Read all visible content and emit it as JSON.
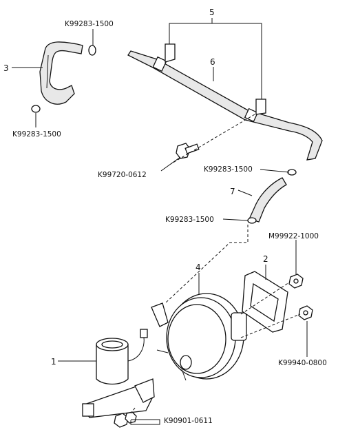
{
  "callouts": {
    "c1": "1",
    "c2": "2",
    "c3": "3",
    "c4": "4",
    "c5": "5",
    "c6": "6",
    "c7": "7"
  },
  "part_numbers": {
    "clamp_top": "K99283-1500",
    "clamp_left": "K99283-1500",
    "bolt": "K99720-0612",
    "clamp_mid_upper": "K99283-1500",
    "clamp_mid_lower": "K99283-1500",
    "nut_upper": "M99922-1000",
    "nut_lower": "K99940-0800",
    "nut_bottom": "K90901-0611"
  }
}
